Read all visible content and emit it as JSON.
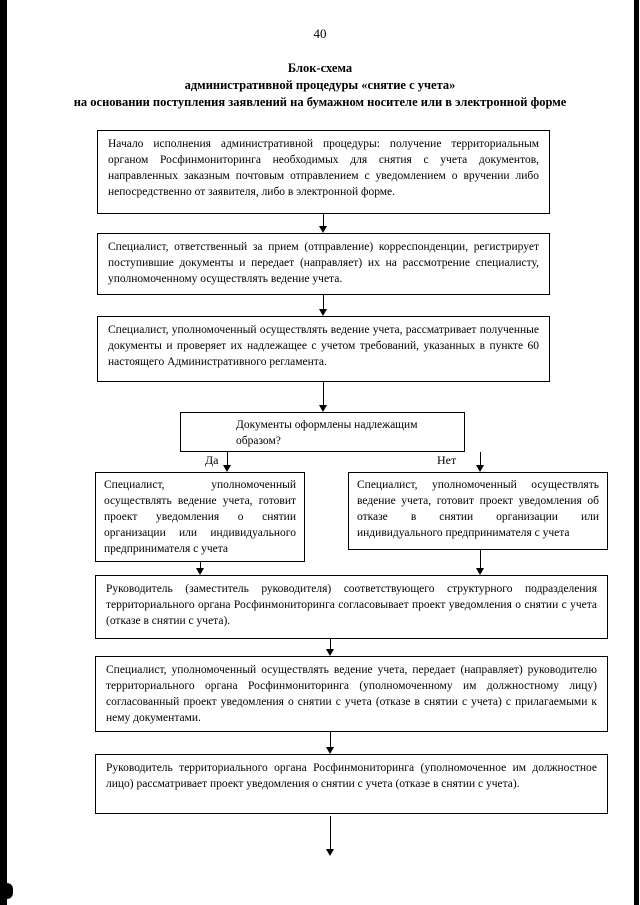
{
  "page": {
    "number": "40",
    "title": {
      "line1": "Блок-схема",
      "line2": "административной процедуры «снятие с учета»",
      "line3": "на основании поступления заявлений на бумажном носителе или в электронной форме"
    }
  },
  "flowchart": {
    "start": "Начало исполнения административной процедуры: получение территориальным органом Росфинмониторинга необходимых для снятия с учета документов, направленных заказным почтовым отправлением с уведомлением о вручении либо непосредственно от заявителя, либо в электронной форме.",
    "register": "Специалист, ответственный за прием (отправление) корреспонденции, регистрирует поступившие документы и передает (направляет) их на рассмотрение специалисту, уполномоченному осуществлять ведение учета.",
    "review": "Специалист, уполномоченный осуществлять ведение учета, рассматривает полученные документы и проверяет их надлежащее  с учетом требований, указанных в пункте 60 настоящего Административного регламента.",
    "decision": "Документы оформлены надлежащим образом?",
    "yes_label": "Да",
    "no_label": "Нет",
    "yes_branch": "Специалист, уполномоченный осуществлять ведение учета, готовит проект уведомления о снятии организации или индивидуального предпринимателя с учета",
    "no_branch": "Специалист, уполномоченный осуществлять ведение учета, готовит проект уведомления об отказе в снятии организации или индивидуального предпринимателя с учета",
    "approve": "Руководитель (заместитель руководителя) соответствующего структурного подразделения территориального органа Росфинмониторинга согласовывает проект уведомления о снятии с учета (отказе в снятии с учета).",
    "forward": "Специалист, уполномоченный осуществлять ведение учета, передает (направляет) руководителю территориального органа Росфинмониторинга (уполномоченному им должностному лицу) согласованный проект уведомления о снятии с учета (отказе в снятии с учета) с прилагаемыми к нему документами.",
    "head_review": "Руководитель территориального органа Росфинмониторинга (уполномоченное им должностное лицо) рассматривает проект уведомления о снятии с учета (отказе в снятии с учета)."
  }
}
